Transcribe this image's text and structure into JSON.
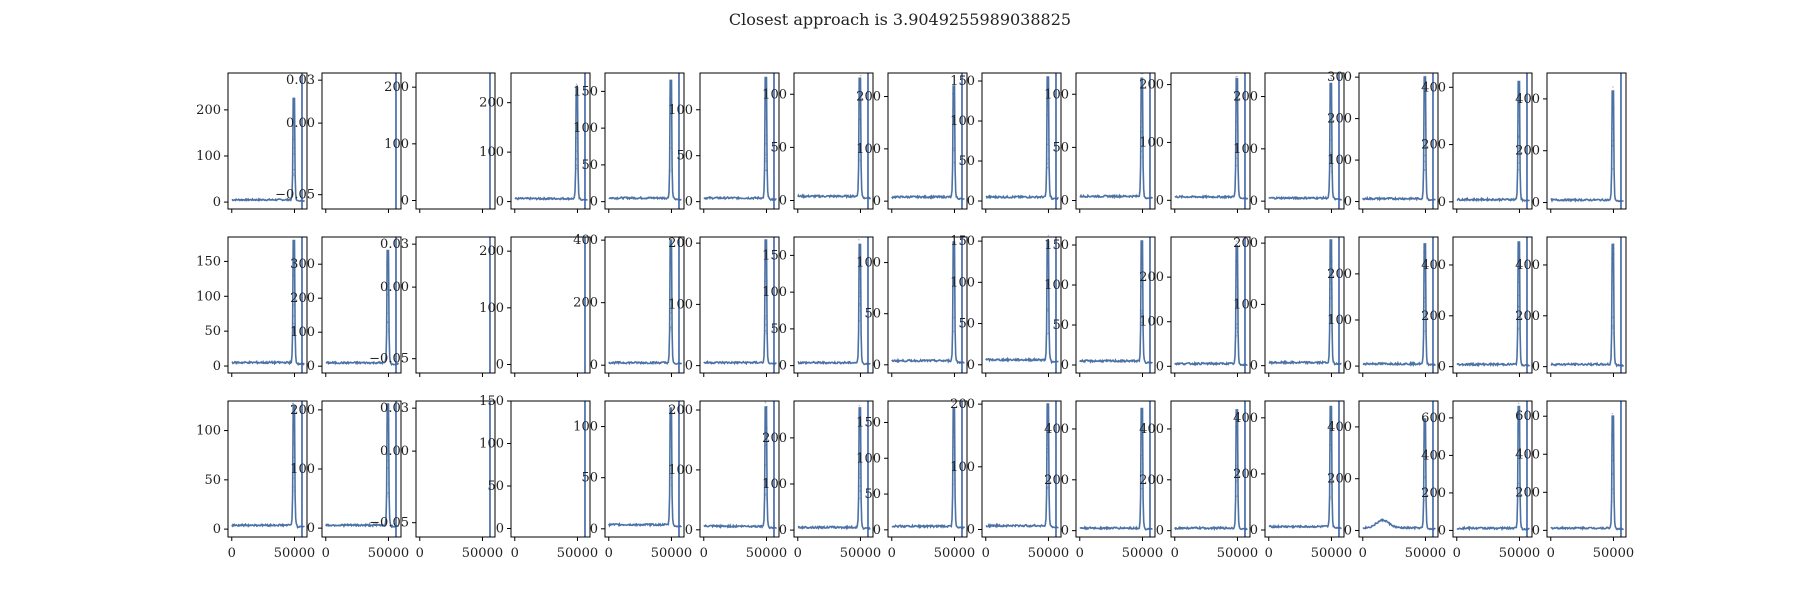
{
  "figure": {
    "title": "Closest approach is 3.9049255989038825"
  },
  "chart_data": {
    "type": "line",
    "layout": {
      "rows": 3,
      "cols": 15
    },
    "title": "Closest approach is 3.9049255989038825",
    "shared_x": {
      "xlim": [
        -3000,
        60000
      ],
      "ticks": [
        0,
        50000
      ],
      "tick_labels": [
        "0",
        "50000"
      ],
      "vline_at": 56000
    },
    "line_color": "#4c72a5",
    "vline_color": "#3e64a8",
    "subplots": [
      [
        {
          "ylim": [
            -15,
            280
          ],
          "yticks": [
            0,
            100,
            200
          ],
          "ylabels": [
            "0",
            "100",
            "200"
          ],
          "peak": 225,
          "base": 5,
          "hump": 0
        },
        {
          "ylim": [
            -0.06,
            0.035
          ],
          "yticks": [
            -0.05,
            0,
            0.03
          ],
          "ylabels": [
            "−0.05",
            "0.00",
            "0.03"
          ],
          "flat": true
        },
        {
          "ylim": [
            -15,
            225
          ],
          "yticks": [
            0,
            100,
            200
          ],
          "ylabels": [
            "0",
            "100",
            "200"
          ],
          "flat": true
        },
        {
          "ylim": [
            -15,
            260
          ],
          "yticks": [
            0,
            100,
            200
          ],
          "ylabels": [
            "0",
            "100",
            "200"
          ],
          "peak": 230,
          "base": 6,
          "hump": 0
        },
        {
          "ylim": [
            -10,
            175
          ],
          "yticks": [
            0,
            50,
            100,
            150
          ],
          "ylabels": [
            "0",
            "50",
            "100",
            "150"
          ],
          "peak": 165,
          "base": 5,
          "hump": 0
        },
        {
          "ylim": [
            -8,
            140
          ],
          "yticks": [
            0,
            50,
            100
          ],
          "ylabels": [
            "0",
            "50",
            "100"
          ],
          "peak": 135,
          "base": 4,
          "hump": 0
        },
        {
          "ylim": [
            -8,
            120
          ],
          "yticks": [
            0,
            50,
            100
          ],
          "ylabels": [
            "0",
            "50",
            "100"
          ],
          "peak": 115,
          "base": 4,
          "hump": 0
        },
        {
          "ylim": [
            -15,
            245
          ],
          "yticks": [
            0,
            100,
            200
          ],
          "ylabels": [
            "0",
            "100",
            "200"
          ],
          "peak": 220,
          "base": 8,
          "hump": 0
        },
        {
          "ylim": [
            -10,
            160
          ],
          "yticks": [
            0,
            50,
            100,
            150
          ],
          "ylabels": [
            "0",
            "50",
            "100",
            "150"
          ],
          "peak": 155,
          "base": 5,
          "hump": 0
        },
        {
          "ylim": [
            -8,
            120
          ],
          "yticks": [
            0,
            50,
            100
          ],
          "ylabels": [
            "0",
            "50",
            "100"
          ],
          "peak": 115,
          "base": 4,
          "hump": 0
        },
        {
          "ylim": [
            -15,
            220
          ],
          "yticks": [
            0,
            100,
            200
          ],
          "ylabels": [
            "0",
            "100",
            "200"
          ],
          "peak": 210,
          "base": 6,
          "hump": 0
        },
        {
          "ylim": [
            -15,
            245
          ],
          "yticks": [
            0,
            100,
            200
          ],
          "ylabels": [
            "0",
            "100",
            "200"
          ],
          "peak": 225,
          "base": 6,
          "hump": 0
        },
        {
          "ylim": [
            -18,
            310
          ],
          "yticks": [
            0,
            100,
            200,
            300
          ],
          "ylabels": [
            "0",
            "100",
            "200",
            "300"
          ],
          "peak": 300,
          "base": 7,
          "hump": 0
        },
        {
          "ylim": [
            -25,
            450
          ],
          "yticks": [
            0,
            200,
            400
          ],
          "ylabels": [
            "0",
            "200",
            "400"
          ],
          "peak": 420,
          "base": 8,
          "hump": 0
        },
        {
          "ylim": [
            -25,
            500
          ],
          "yticks": [
            0,
            200,
            400
          ],
          "ylabels": [
            "0",
            "200",
            "400"
          ],
          "peak": 430,
          "base": 10,
          "hump": 0
        }
      ],
      [
        {
          "ylim": [
            -10,
            185
          ],
          "yticks": [
            0,
            50,
            100,
            150
          ],
          "ylabels": [
            "0",
            "50",
            "100",
            "150"
          ],
          "peak": 180,
          "base": 5,
          "hump": 0
        },
        {
          "ylim": [
            -20,
            380
          ],
          "yticks": [
            0,
            100,
            200,
            300
          ],
          "ylabels": [
            "0",
            "100",
            "200",
            "300"
          ],
          "peak": 340,
          "base": 10,
          "hump": 0
        },
        {
          "ylim": [
            -0.06,
            0.035
          ],
          "yticks": [
            -0.05,
            0,
            0.03
          ],
          "ylabels": [
            "−0.05",
            "0.00",
            "0.03"
          ],
          "flat": true
        },
        {
          "ylim": [
            -15,
            225
          ],
          "yticks": [
            0,
            100,
            200
          ],
          "ylabels": [
            "0",
            "100",
            "200"
          ],
          "flat": true
        },
        {
          "ylim": [
            -25,
            410
          ],
          "yticks": [
            0,
            200,
            400
          ],
          "ylabels": [
            "0",
            "200",
            "400"
          ],
          "peak": 400,
          "base": 8,
          "hump": 0
        },
        {
          "ylim": [
            -12,
            210
          ],
          "yticks": [
            0,
            100,
            200
          ],
          "ylabels": [
            "0",
            "100",
            "200"
          ],
          "peak": 205,
          "base": 5,
          "hump": 0
        },
        {
          "ylim": [
            -10,
            175
          ],
          "yticks": [
            0,
            50,
            100,
            150
          ],
          "ylabels": [
            "0",
            "50",
            "100",
            "150"
          ],
          "peak": 165,
          "base": 4,
          "hump": 0
        },
        {
          "ylim": [
            -8,
            125
          ],
          "yticks": [
            0,
            50,
            100
          ],
          "ylabels": [
            "0",
            "50",
            "100"
          ],
          "peak": 120,
          "base": 4,
          "hump": 0
        },
        {
          "ylim": [
            -10,
            155
          ],
          "yticks": [
            0,
            50,
            100,
            150
          ],
          "ylabels": [
            "0",
            "50",
            "100",
            "150"
          ],
          "peak": 150,
          "base": 6,
          "hump": 0
        },
        {
          "ylim": [
            -10,
            160
          ],
          "yticks": [
            0,
            50,
            100,
            150
          ],
          "ylabels": [
            "0",
            "50",
            "100",
            "150"
          ],
          "peak": 155,
          "base": 5,
          "hump": 0
        },
        {
          "ylim": [
            -15,
            290
          ],
          "yticks": [
            0,
            100,
            200
          ],
          "ylabels": [
            "0",
            "100",
            "200"
          ],
          "peak": 270,
          "base": 6,
          "hump": 0
        },
        {
          "ylim": [
            -12,
            210
          ],
          "yticks": [
            0,
            100,
            200
          ],
          "ylabels": [
            "0",
            "100",
            "200"
          ],
          "peak": 205,
          "base": 5,
          "hump": 0
        },
        {
          "ylim": [
            -15,
            280
          ],
          "yticks": [
            0,
            100,
            200
          ],
          "ylabels": [
            "0",
            "100",
            "200"
          ],
          "peak": 265,
          "base": 5,
          "hump": 0
        },
        {
          "ylim": [
            -25,
            510
          ],
          "yticks": [
            0,
            200,
            400
          ],
          "ylabels": [
            "0",
            "200",
            "400"
          ],
          "peak": 490,
          "base": 9,
          "hump": 0
        },
        {
          "ylim": [
            -25,
            510
          ],
          "yticks": [
            0,
            200,
            400
          ],
          "ylabels": [
            "0",
            "200",
            "400"
          ],
          "peak": 480,
          "base": 9,
          "hump": 0
        }
      ],
      [
        {
          "ylim": [
            -8,
            130
          ],
          "yticks": [
            0,
            50,
            100
          ],
          "ylabels": [
            "0",
            "50",
            "100"
          ],
          "peak": 125,
          "base": 4,
          "hump": 0
        },
        {
          "ylim": [
            -15,
            215
          ],
          "yticks": [
            0,
            100,
            200
          ],
          "ylabels": [
            "0",
            "100",
            "200"
          ],
          "peak": 210,
          "base": 5,
          "hump": 0
        },
        {
          "ylim": [
            -0.06,
            0.035
          ],
          "yticks": [
            -0.05,
            0,
            0.03
          ],
          "ylabels": [
            "−0.05",
            "0.00",
            "0.03"
          ],
          "flat": true
        },
        {
          "ylim": [
            -10,
            150
          ],
          "yticks": [
            0,
            50,
            100,
            150
          ],
          "ylabels": [
            "0",
            "50",
            "100",
            "150"
          ],
          "flat": true
        },
        {
          "ylim": [
            -8,
            125
          ],
          "yticks": [
            0,
            50,
            100
          ],
          "ylabels": [
            "0",
            "50",
            "100"
          ],
          "peak": 118,
          "base": 4,
          "hump": 0
        },
        {
          "ylim": [
            -12,
            215
          ],
          "yticks": [
            0,
            100,
            200
          ],
          "ylabels": [
            "0",
            "100",
            "200"
          ],
          "peak": 205,
          "base": 6,
          "hump": 0
        },
        {
          "ylim": [
            -15,
            280
          ],
          "yticks": [
            0,
            100,
            200
          ],
          "ylabels": [
            "0",
            "100",
            "200"
          ],
          "peak": 265,
          "base": 6,
          "hump": 0
        },
        {
          "ylim": [
            -10,
            180
          ],
          "yticks": [
            0,
            50,
            100,
            150
          ],
          "ylabels": [
            "0",
            "50",
            "100",
            "150"
          ],
          "peak": 170,
          "base": 5,
          "hump": 0
        },
        {
          "ylim": [
            -12,
            205
          ],
          "yticks": [
            0,
            100,
            200
          ],
          "ylabels": [
            "0",
            "100",
            "200"
          ],
          "peak": 200,
          "base": 6,
          "hump": 0
        },
        {
          "ylim": [
            -25,
            510
          ],
          "yticks": [
            0,
            200,
            400
          ],
          "ylabels": [
            "0",
            "200",
            "400"
          ],
          "peak": 480,
          "base": 10,
          "hump": 0
        },
        {
          "ylim": [
            -25,
            510
          ],
          "yticks": [
            0,
            200,
            400
          ],
          "ylabels": [
            "0",
            "200",
            "400"
          ],
          "peak": 475,
          "base": 10,
          "hump": 0
        },
        {
          "ylim": [
            -25,
            460
          ],
          "yticks": [
            0,
            200,
            400
          ],
          "ylabels": [
            "0",
            "200",
            "400"
          ],
          "peak": 440,
          "base": 12,
          "hump": 0
        },
        {
          "ylim": [
            -25,
            500
          ],
          "yticks": [
            0,
            200,
            400
          ],
          "ylabels": [
            "0",
            "200",
            "400"
          ],
          "peak": 430,
          "base": 10,
          "hump": 30
        },
        {
          "ylim": [
            -35,
            690
          ],
          "yticks": [
            0,
            200,
            400,
            600
          ],
          "ylabels": [
            "0",
            "200",
            "400",
            "600"
          ],
          "peak": 660,
          "base": 12,
          "hump": 0
        },
        {
          "ylim": [
            -35,
            680
          ],
          "yticks": [
            0,
            200,
            400,
            600
          ],
          "ylabels": [
            "0",
            "200",
            "400",
            "600"
          ],
          "peak": 600,
          "base": 12,
          "hump": 0
        }
      ]
    ]
  }
}
